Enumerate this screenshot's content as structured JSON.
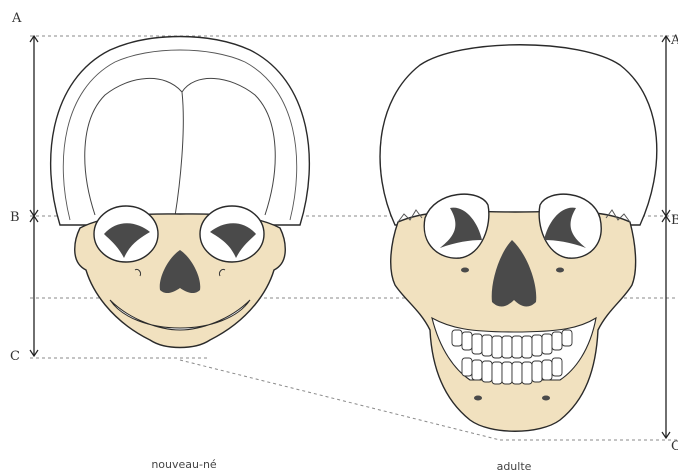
{
  "figure": {
    "markers_left": {
      "a": "A",
      "b": "B",
      "c": "C"
    },
    "markers_right": {
      "a": "A",
      "b": "B",
      "c": "C"
    },
    "captions": {
      "newborn": "nouveau-né",
      "adult": "adulte"
    }
  },
  "colors": {
    "bone_face": "#f1e1bf",
    "cranium": "#ffffff",
    "outline": "#2a2a2a",
    "shadow": "#4a4a4a",
    "guide_lines": "#8a8a8a"
  },
  "icons": [
    "newborn-skull-icon",
    "adult-skull-icon",
    "measure-arrow-icon"
  ]
}
